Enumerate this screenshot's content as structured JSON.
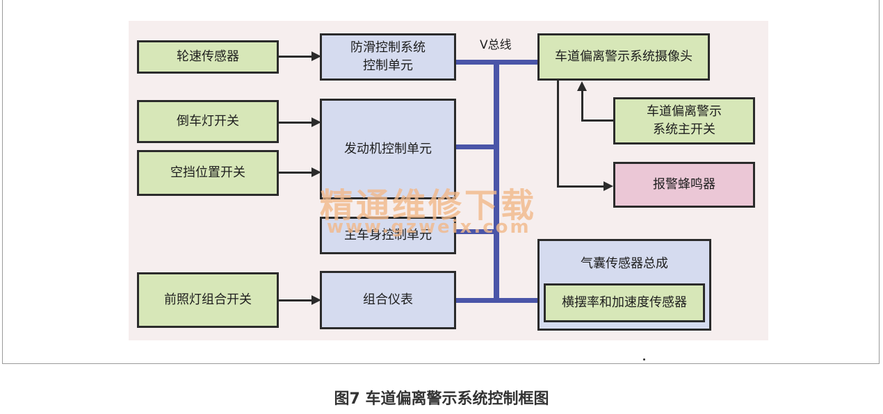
{
  "blocks": {
    "wheel_speed_sensor": "轮速传感器",
    "abs_control_line1": "防滑控制系统",
    "abs_control_line2": "控制单元",
    "reverse_light_switch": "倒车灯开关",
    "engine_control": "发动机控制单元",
    "neutral_switch": "空挡位置开关",
    "body_control": "主车身控制单元",
    "headlight_switch": "前照灯组合开关",
    "instrument_cluster": "组合仪表",
    "ldw_camera": "车道偏离警示系统摄像头",
    "ldw_switch_line1": "车道偏离警示",
    "ldw_switch_line2": "系统主开关",
    "alarm_buzzer": "报警蜂鸣器",
    "airbag_sensor": "气囊传感器总成",
    "yaw_sensor": "横摆率和加速度传感器"
  },
  "bus_label": "V总线",
  "watermark": {
    "line1": "精通维修下载",
    "line2": "www.gzweix.com"
  },
  "caption": "图7 车道偏离警示系统控制框图",
  "colors": {
    "input_box": "#d7e7b8",
    "control_box": "#d5dbef",
    "buzzer_box": "#ebc7d6",
    "bus": "#4a55a8"
  }
}
